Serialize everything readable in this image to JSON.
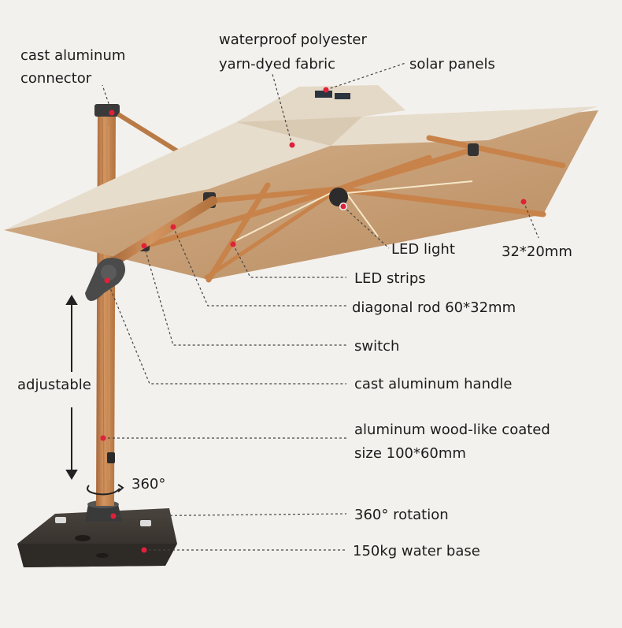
{
  "labels": {
    "connector_1": "cast aluminum",
    "connector_2": "connector",
    "fabric_1": "waterproof polyester",
    "fabric_2": "yarn-dyed fabric",
    "solar": "solar panels",
    "led_light": "LED light",
    "rib_size": "32*20mm",
    "led_strips": "LED strips",
    "diagonal_rod": "diagonal rod 60*32mm",
    "switch": "switch",
    "handle": "cast aluminum handle",
    "adjustable": "adjustable",
    "pole_1": "aluminum wood-like coated",
    "pole_2": "size 100*60mm",
    "rotation_small": "360°",
    "rotation": "360° rotation",
    "base": "150kg water base"
  },
  "colors": {
    "canopy_top": "#e6dccb",
    "canopy_under": "#caa37c",
    "wood": "#c8864c",
    "wood_dark": "#9e6232",
    "marker": "#e0213a",
    "base": "#3b3632",
    "leader": "#444444"
  }
}
